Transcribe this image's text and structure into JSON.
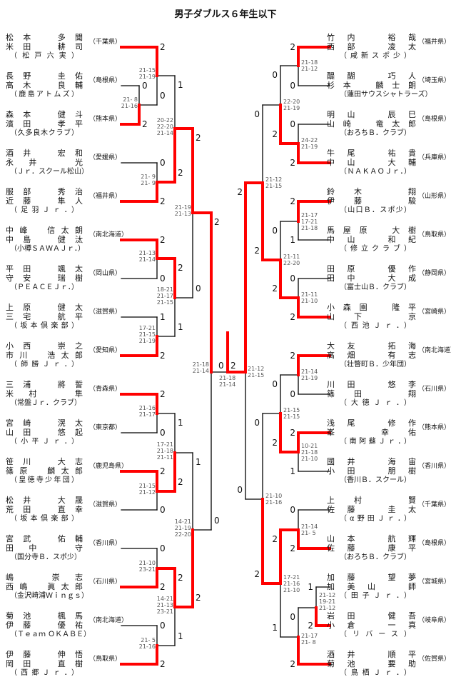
{
  "title": "男子ダブルス６年生以下",
  "colors": {
    "winner_line": "#ff0000",
    "line": "#000000"
  },
  "left_teams": [
    {
      "p1": "松本　多聞",
      "p2": "米田　耕司",
      "club": "（松戸六実）",
      "pref": "（千葉県）"
    },
    {
      "p1": "長野　圭佑",
      "p2": "高木　良輔",
      "club": "（鹿島アトムズ）",
      "pref": "（島根県）"
    },
    {
      "p1": "森本　健斗",
      "p2": "濱田　孝平",
      "club": "（久多良木クラブ）",
      "pref": "（熊本県）"
    },
    {
      "p1": "酒井　宏和",
      "p2": "永井　光",
      "club": "（Ｊｒ．スクール松山）",
      "pref": "（愛媛県）"
    },
    {
      "p1": "服部　秀治",
      "p2": "近藤　隼人",
      "club": "（足羽Ｊｒ．）",
      "pref": "（福井県）"
    },
    {
      "p1": "中峰　信太朗",
      "p2": "中島　健汰",
      "club": "（小樽ＳＡＷＡＪｒ．）",
      "pref": "（南北海道）"
    },
    {
      "p1": "平田　颯太",
      "p2": "守安　瑞樹",
      "club": "（ＰＥＡＣＥＪｒ．）",
      "pref": "（岡山県）"
    },
    {
      "p1": "上原　健太",
      "p2": "三宅　航平",
      "club": "（坂本倶楽部）",
      "pref": "（滋賀県）"
    },
    {
      "p1": "小西　崇之",
      "p2": "市川　浩太郎",
      "club": "（師勝Ｊｒ．）",
      "pref": "（愛知県）"
    },
    {
      "p1": "三浦　將誓",
      "p2": "米村　隼",
      "club": "（常盤Ｊｒ．クラブ）",
      "pref": "（青森県）"
    },
    {
      "p1": "宮崎　滉太",
      "p2": "山田　悠起",
      "club": "（小平Ｊｒ．）",
      "pref": "（東京都）"
    },
    {
      "p1": "笹川　大志",
      "p2": "篠原　麟太郎",
      "club": "（皇徳寺少年団）",
      "pref": "（鹿児島県）"
    },
    {
      "p1": "松井　大晟",
      "p2": "荒田　直幸",
      "club": "（坂本倶楽部）",
      "pref": "（滋賀県）"
    },
    {
      "p1": "宮武　佑輔",
      "p2": "田中　守",
      "club": "（国分寺Ｂ．スポ少）",
      "pref": "（香川県）"
    },
    {
      "p1": "嶋　崇志",
      "p2": "西嶋　眞太郎",
      "club": "（金沢崎浦Ｗｉｎｇｓ）",
      "pref": "（石川県）"
    },
    {
      "p1": "菊池　楓馬",
      "p2": "伊藤　優祐",
      "club": "（Ｔｅａｍ ＯＫＡＢＥ）",
      "pref": "（南北海道）"
    },
    {
      "p1": "伊藤　伸悟",
      "p2": "岡田　直樹",
      "club": "（西郷Ｊｒ．）",
      "pref": "（鳥取県）"
    }
  ],
  "right_teams": [
    {
      "p1": "竹内　裕哉",
      "p2": "西部　凌太",
      "club": "（咸新スポ少）",
      "pref": "（福井県）"
    },
    {
      "p1": "醍醐　巧人",
      "p2": "杉本　麟士朗",
      "club": "（蓮田サウスシャトラーズ）",
      "pref": "（埼玉県）"
    },
    {
      "p1": "明山　辰巳",
      "p2": "山崎　竜太郎",
      "club": "（おろちＢ．クラブ）",
      "pref": "（島根県）"
    },
    {
      "p1": "牛尾　祐貴",
      "p2": "中山　大輔",
      "club": "（ＮＡＫＡＯＪｒ．）",
      "pref": "（兵庫県）"
    },
    {
      "p1": "鈴木　翔",
      "p2": "伊藤　駿",
      "club": "（山口Ｂ．スポ少）",
      "pref": "（山形県）"
    },
    {
      "p1": "馬屋原　大樹",
      "p2": "中山　和紀",
      "club": "（修立クラブ）",
      "pref": "（鳥取県）"
    },
    {
      "p1": "田原　優作",
      "p2": "田中　大成",
      "club": "（富士山Ｂ．クラブ）",
      "pref": "（静岡県）"
    },
    {
      "p1": "小森園　隆平",
      "p2": "山下　京",
      "club": "（西池Ｊｒ．）",
      "pref": "（宮崎県）"
    },
    {
      "p1": "大友　拓海",
      "p2": "高畑　有志",
      "club": "（壮瞥町Ｂ．少年団）",
      "pref": "（南北海道）"
    },
    {
      "p1": "川田　悠李",
      "p2": "篠田　翔",
      "club": "（大徳Ｊｒ．）",
      "pref": "（石川県）"
    },
    {
      "p1": "浅尾　修作",
      "p2": "峯　幸佑",
      "club": "（南阿蘇Ｊｒ．）",
      "pref": "（熊本県）"
    },
    {
      "p1": "國井　海宙",
      "p2": "小田　朋樹",
      "club": "（香川Ｂ．スクール）",
      "pref": "（香川県）"
    },
    {
      "p1": "上村　賢",
      "p2": "佐藤　圭太",
      "club": "（α野田Ｊｒ．）",
      "pref": "（千葉県）"
    },
    {
      "p1": "山本　航輝",
      "p2": "佐藤　康平",
      "club": "（おろちＢ．クラブ）",
      "pref": "（島根県）"
    },
    {
      "p1": "加藤　望夢",
      "p2": "加美山　師",
      "club": "（田子Ｊｒ．）",
      "pref": "（宮城県）"
    },
    {
      "p1": "岩田　健吾",
      "p2": "小倉　一真",
      "club": "（リバース）",
      "pref": "（岐阜県）"
    },
    {
      "p1": "酒井　順平",
      "p2": "菊池　要助",
      "club": "（鳥栖Ｊｒ．）",
      "pref": "（佐賀県）"
    }
  ],
  "matches": {
    "L1": {
      "games": [
        "21- 8",
        "21-16"
      ],
      "a": "0",
      "b": "2",
      "winner": "b"
    },
    "L2": {
      "games": [
        "21-15",
        "21-19"
      ],
      "a": "2",
      "b": "0",
      "winner": "a"
    },
    "L3": {
      "games": [
        "21- 9",
        "21- 9"
      ],
      "a": "0",
      "b": "2",
      "winner": "b"
    },
    "L4": {
      "games": [
        "20-22",
        "22-20",
        "21-14"
      ],
      "a": "1",
      "b": "2",
      "winner": "b"
    },
    "L5": {
      "games": [
        "21-13",
        "21-14"
      ],
      "a": "2",
      "b": "0",
      "winner": "a"
    },
    "L6": {
      "games": [
        "17-21",
        "21-15",
        "21-19"
      ],
      "a": "1",
      "b": "2",
      "winner": "b"
    },
    "L7": {
      "games": [
        "18-21",
        "21-17",
        "21-15"
      ],
      "a": "2",
      "b": "1",
      "winner": "a"
    },
    "L8": {
      "games": [
        "21-19",
        "21-13"
      ],
      "a": "2",
      "b": "0",
      "winner": "a"
    },
    "L9": {
      "games": [
        "21-16",
        "21-17"
      ],
      "a": "2",
      "b": "0",
      "winner": "a"
    },
    "L10": {
      "games": [
        "21-15",
        "21-12"
      ],
      "a": "2",
      "b": "0",
      "winner": "a"
    },
    "L11": {
      "games": [
        "17-21",
        "21-18",
        "21-11"
      ],
      "a": "1",
      "b": "2",
      "winner": "b"
    },
    "L12": {
      "games": [
        "21-10",
        "23-21"
      ],
      "a": "0",
      "b": "2",
      "winner": "b"
    },
    "L13": {
      "games": [
        "21- 5",
        "21-16"
      ],
      "a": "0",
      "b": "2",
      "winner": "b"
    },
    "L14": {
      "games": [
        "14-21",
        "21-13",
        "23-21"
      ],
      "a": "2",
      "b": "1",
      "winner": "a"
    },
    "L15": {
      "games": [
        "14-21",
        "21-19",
        "22-20"
      ],
      "a": "1",
      "b": "2",
      "winner": "b"
    },
    "LS": {
      "games": [
        "21-18",
        "21-14"
      ],
      "a": "2",
      "b": "0",
      "winner": "a"
    },
    "R1": {
      "games": [
        "21-18",
        "21-12"
      ],
      "a": "2",
      "b": "0",
      "winner": "a"
    },
    "R2": {
      "games": [
        "24-22",
        "21-19"
      ],
      "a": "0",
      "b": "2",
      "winner": "b"
    },
    "R3": {
      "games": [
        "22-20",
        "21-19"
      ],
      "a": "0",
      "b": "2",
      "winner": "b"
    },
    "R4": {
      "games": [
        "21-17",
        "17-21",
        "21-18"
      ],
      "a": "2",
      "b": "1",
      "winner": "a"
    },
    "R5": {
      "games": [
        "21-11",
        "21-10"
      ],
      "a": "0",
      "b": "2",
      "winner": "b"
    },
    "R6": {
      "games": [
        "21-11",
        "22-20"
      ],
      "a": "0",
      "b": "2",
      "winner": "b"
    },
    "R7": {
      "games": [
        "21-12",
        "21-15"
      ],
      "a": "0",
      "b": "2",
      "winner": "b"
    },
    "R8": {
      "games": [
        "21-14",
        "21-19"
      ],
      "a": "2",
      "b": "0",
      "winner": "a"
    },
    "R9": {
      "games": [
        "10-21",
        "21-18",
        "21-10"
      ],
      "a": "2",
      "b": "1",
      "winner": "a"
    },
    "R10": {
      "games": [
        "21-15",
        "21-15"
      ],
      "a": "0",
      "b": "2",
      "winner": "b"
    },
    "R11": {
      "games": [
        "21-14",
        "21- 5"
      ],
      "a": "0",
      "b": "2",
      "winner": "b"
    },
    "R12": {
      "games": [
        "21-12",
        "19-21",
        "21-12"
      ],
      "a": "1",
      "b": "2",
      "winner": "b"
    },
    "R13": {
      "games": [
        "21-17",
        "21- 8"
      ],
      "a": "0",
      "b": "2",
      "winner": "b"
    },
    "R14": {
      "games": [
        "17-21",
        "21-16",
        "21-10"
      ],
      "a": "2",
      "b": "1",
      "winner": "a"
    },
    "R15": {
      "games": [
        "21-10",
        "21-16"
      ],
      "a": "0",
      "b": "2",
      "winner": "b"
    },
    "RS": {
      "games": [
        "21-12",
        "21-15"
      ],
      "a": "2",
      "b": "0",
      "winner": "a"
    },
    "F": {
      "games": [
        "21-18",
        "21-14"
      ],
      "a": "0",
      "b": "2",
      "winner": "b"
    }
  }
}
